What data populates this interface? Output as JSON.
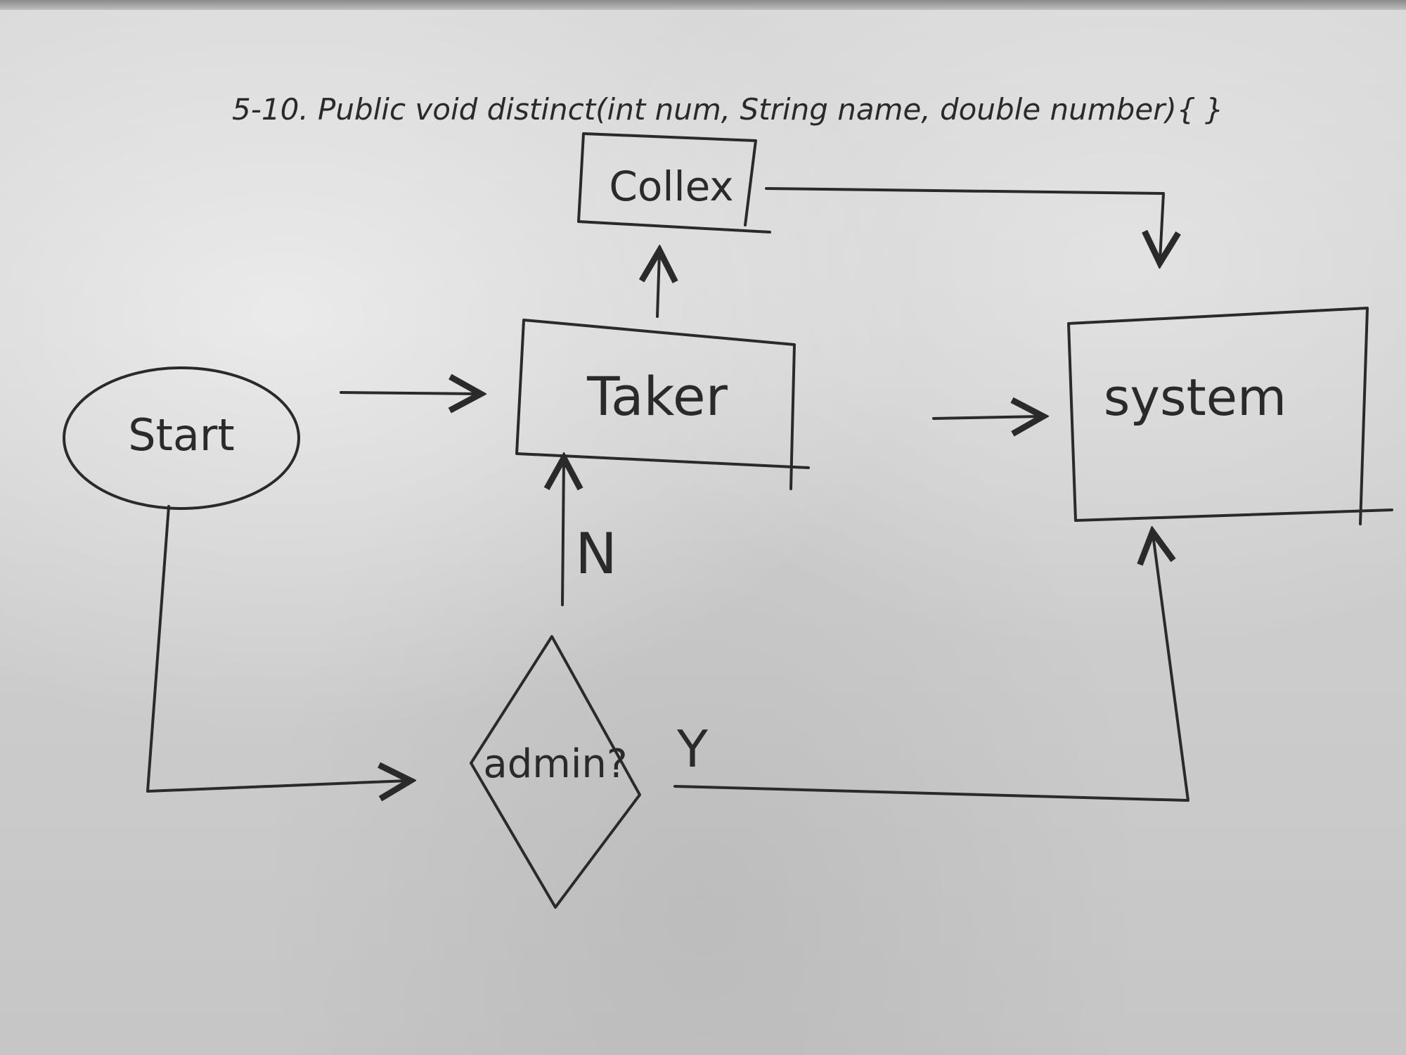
{
  "diagram": {
    "heading": "5-10. Public void distinct(int num, String name, double number){ }",
    "nodes": {
      "start": {
        "label": "Start",
        "shape": "ellipse"
      },
      "taker": {
        "label": "Taker",
        "shape": "rectangle"
      },
      "college": {
        "label": "Collex",
        "shape": "rectangle"
      },
      "system": {
        "label": "system",
        "shape": "rectangle"
      },
      "admin": {
        "label": "admin?",
        "shape": "diamond"
      }
    },
    "edges": [
      {
        "from": "start",
        "to": "taker",
        "label": ""
      },
      {
        "from": "start",
        "to": "admin",
        "label": ""
      },
      {
        "from": "admin",
        "to": "taker",
        "label": "N"
      },
      {
        "from": "admin",
        "to": "system",
        "label": "Y"
      },
      {
        "from": "taker",
        "to": "college",
        "label": ""
      },
      {
        "from": "college",
        "to": "system",
        "label": ""
      },
      {
        "from": "taker",
        "to": "system",
        "label": ""
      }
    ],
    "edge_labels": {
      "no": "N",
      "yes": "Y"
    },
    "ink_color": "#2a2a2a"
  }
}
